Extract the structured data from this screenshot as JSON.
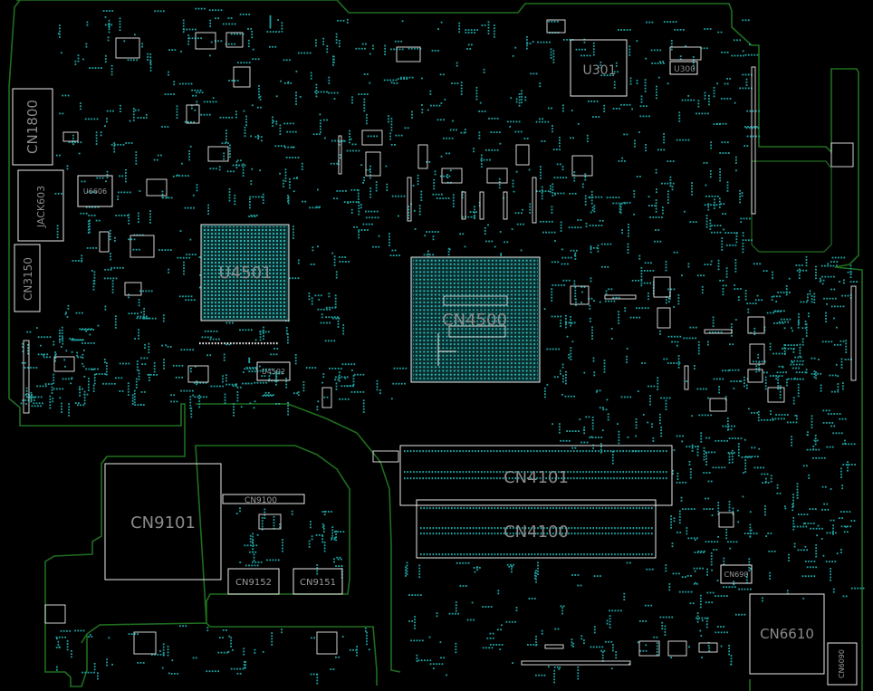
{
  "colors": {
    "background": "#000000",
    "outline": "#1f6e1f",
    "component": "#e8e8e8",
    "pads": "#1fa3a3",
    "label_large": "#8a8a8a",
    "label_small": "#9a9a9a"
  },
  "components": {
    "cn1800": "CN1800",
    "jack603": "JACK603",
    "cn3150": "CN3150",
    "u4501": "U4501",
    "cn4500": "CN4500",
    "u301": "U301",
    "u300": "U300",
    "cn9101": "CN9101",
    "cn9100": "CN9100",
    "cn9152": "CN9152",
    "cn9151": "CN9151",
    "cn4101": "CN4101",
    "cn4100": "CN4100",
    "cn6610": "CN6610",
    "cn6090": "CN6090",
    "cn690": "CN690",
    "u6606": "U6606",
    "u4502": "U4502"
  }
}
